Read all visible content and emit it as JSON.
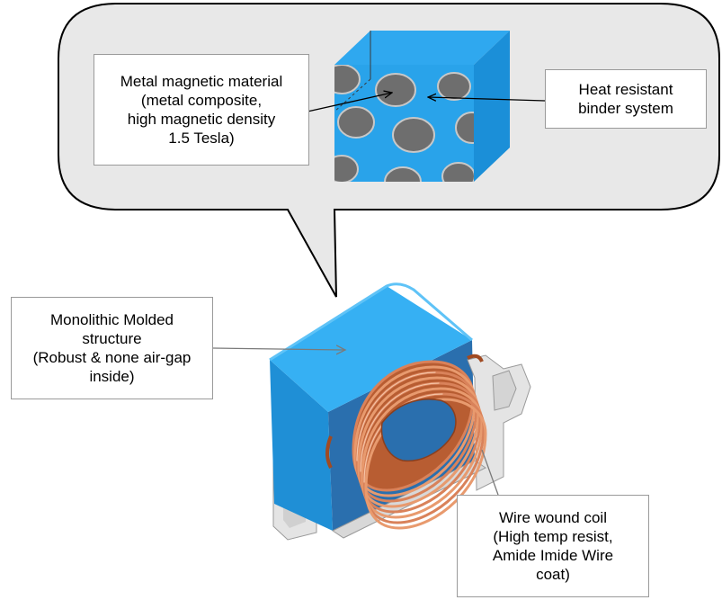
{
  "labels": {
    "metal_material": "Metal magnetic material\n(metal composite,\nhigh magnetic density\n1.5 Tesla)",
    "binder": "Heat resistant\nbinder system",
    "monolithic": "Monolithic Molded\nstructure\n(Robust & none air-gap\ninside)",
    "wire_coil": "Wire wound coil\n(High temp resist,\nAmide Imide Wire\ncoat)"
  },
  "colors": {
    "molded_body": "#29a3ea",
    "molded_top": "#3ab4f5",
    "particles": "#6e6e6e",
    "coil": "#d9825a",
    "terminal": "#e6e6e6",
    "callout_fill": "#e8e8e8"
  }
}
